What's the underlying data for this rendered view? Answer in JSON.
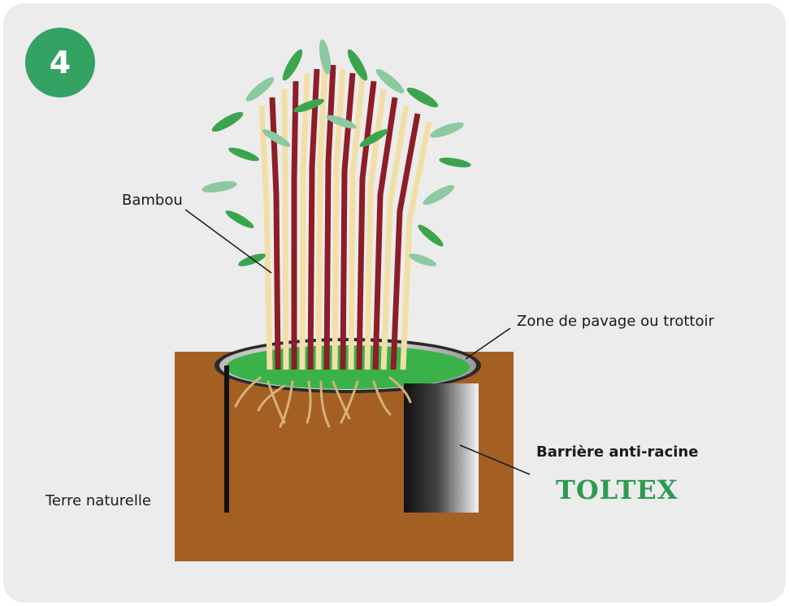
{
  "step_number": "4",
  "labels": {
    "bamboo": "Bambou",
    "paving_zone": "Zone de pavage ou trottoir",
    "natural_soil": "Terre naturelle",
    "barrier": "Barrière anti-racine"
  },
  "brand": "TOLTEX",
  "colors": {
    "badge": "#33a262",
    "soil": "#a45f23",
    "brand": "#2e9b53"
  }
}
